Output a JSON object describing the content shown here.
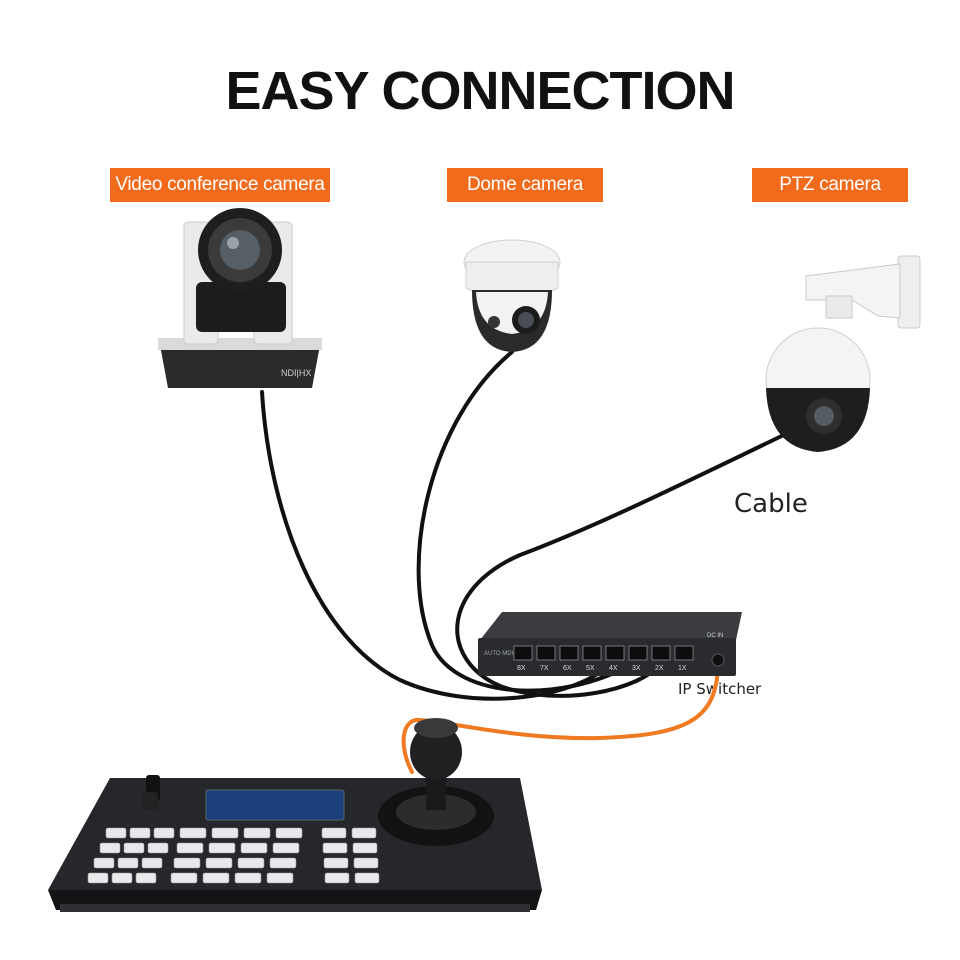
{
  "title": "EASY CONNECTION",
  "colors": {
    "accent": "#f26a1b",
    "cable": "#111111",
    "control_cable": "#f07a22"
  },
  "devices": {
    "video_conference_camera": {
      "label": "Video conference camera",
      "badge": "NDI|HX",
      "icon": "ptz-conference-camera-icon"
    },
    "dome_camera": {
      "label": "Dome camera",
      "icon": "dome-camera-icon"
    },
    "ptz_camera": {
      "label": "PTZ camera",
      "icon": "ptz-speed-dome-camera-icon"
    },
    "ip_switcher": {
      "label": "IP Switcher",
      "icon": "network-switch-icon",
      "ports": [
        "8X",
        "7X",
        "6X",
        "5X",
        "4X",
        "3X",
        "2X",
        "1X"
      ],
      "dc_label": "DC IN",
      "side_label": "AUTO MDIX"
    },
    "controller": {
      "icon": "joystick-keyboard-controller-icon"
    }
  },
  "cable_label": "Cable"
}
